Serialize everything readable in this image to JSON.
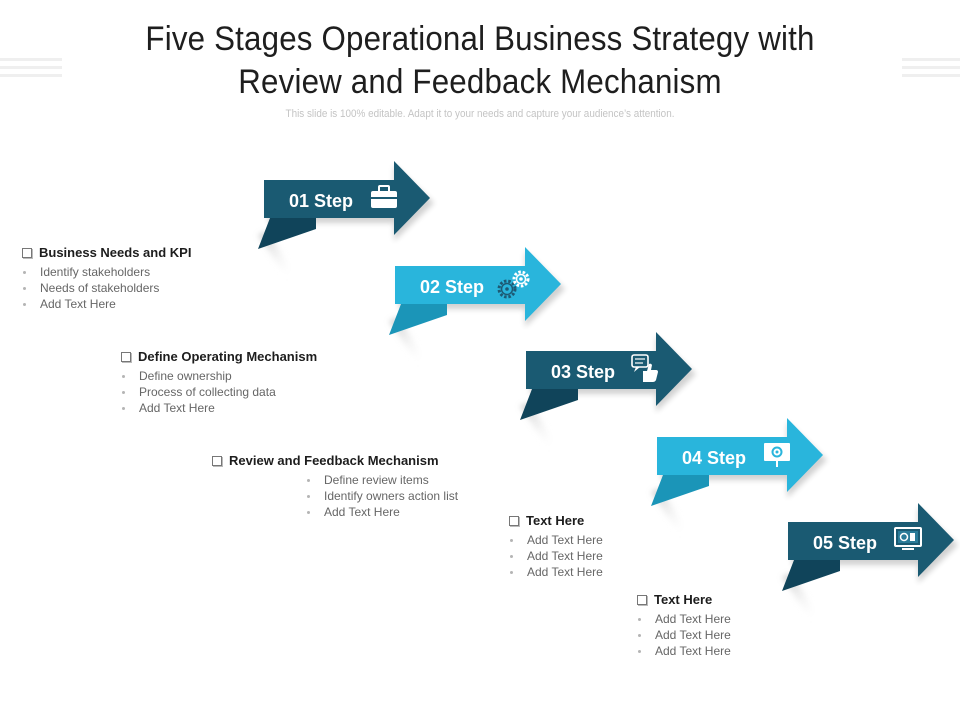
{
  "title_line1": "Five Stages Operational Business Strategy with",
  "title_line2": "Review and Feedback Mechanism",
  "subtitle": "This slide is 100% editable. Adapt it to your needs and capture your audience’s attention.",
  "colors": {
    "dark_teal": "#1a5a72",
    "light_cyan": "#29b5dc",
    "text": "#1e1e1e"
  },
  "steps": [
    {
      "label": "01 Step",
      "icon": "briefcase-icon",
      "color": "dark"
    },
    {
      "label": "02 Step",
      "icon": "gears-icon",
      "color": "light"
    },
    {
      "label": "03 Step",
      "icon": "chat-thumbs-up-icon",
      "color": "dark"
    },
    {
      "label": "04 Step",
      "icon": "presentation-board-icon",
      "color": "light"
    },
    {
      "label": "05 Step",
      "icon": "monitor-icon",
      "color": "dark"
    }
  ],
  "blocks": [
    {
      "heading": "Business Needs and KPI",
      "items": [
        "Identify stakeholders",
        "Needs of stakeholders",
        "Add Text Here"
      ]
    },
    {
      "heading": "Define Operating Mechanism",
      "items": [
        "Define ownership",
        "Process of collecting data",
        "Add Text Here"
      ]
    },
    {
      "heading": "Review and Feedback Mechanism",
      "items": [
        "Define review items",
        "Identify owners action list",
        "Add Text Here"
      ]
    },
    {
      "heading": "Text Here",
      "items": [
        "Add Text Here",
        "Add Text Here",
        "Add Text Here"
      ]
    },
    {
      "heading": "Text Here",
      "items": [
        "Add Text Here",
        "Add Text Here",
        "Add Text Here"
      ]
    }
  ]
}
